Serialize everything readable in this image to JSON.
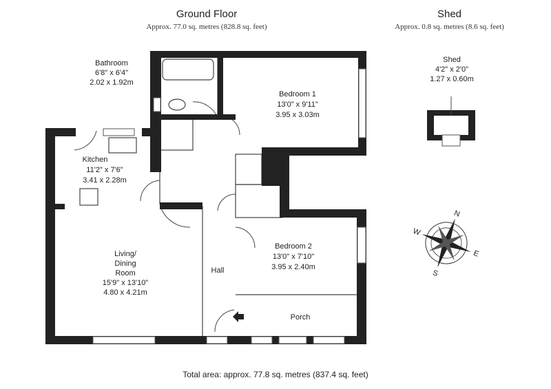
{
  "headers": {
    "ground_floor": {
      "title": "Ground Floor",
      "area": "Approx. 77.0 sq. metres (828.8 sq. feet)"
    },
    "shed": {
      "title": "Shed",
      "area": "Approx. 0.8 sq. metres (8.6 sq. feet)"
    }
  },
  "rooms": {
    "bathroom": {
      "name": "Bathroom",
      "imperial": "6'8\" x 6'4\"",
      "metric": "2.02 x 1.92m"
    },
    "bedroom1": {
      "name": "Bedroom 1",
      "imperial": "13'0\" x 9'11\"",
      "metric": "3.95 x 3.03m"
    },
    "kitchen": {
      "name": "Kitchen",
      "imperial": "11'2\" x 7'6\"",
      "metric": "3.41 x 2.28m"
    },
    "living": {
      "name1": "Living/",
      "name2": "Dining",
      "name3": "Room",
      "imperial": "15'9\" x 13'10\"",
      "metric": "4.80 x 4.21m"
    },
    "bedroom2": {
      "name": "Bedroom 2",
      "imperial": "13'0\" x 7'10\"",
      "metric": "3.95 x 2.40m"
    },
    "hall": {
      "name": "Hall"
    },
    "porch": {
      "name": "Porch"
    },
    "shed": {
      "name": "Shed",
      "imperial": "4'2\" x 2'0\"",
      "metric": "1.27 x 0.60m"
    }
  },
  "compass": {
    "n": "N",
    "e": "E",
    "s": "S",
    "w": "W"
  },
  "footer": {
    "total": "Total area: approx. 77.8 sq. metres (837.4 sq. feet)"
  },
  "colors": {
    "wall": "#222222",
    "line": "#444444",
    "background": "#ffffff"
  }
}
